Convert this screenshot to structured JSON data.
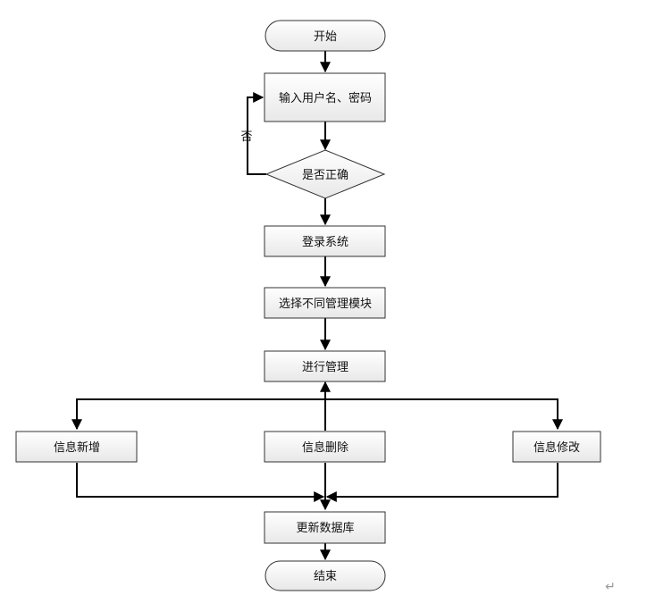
{
  "diagram": {
    "type": "flowchart",
    "colors": {
      "box_fill_top": "#ffffff",
      "box_fill_bottom": "#e9e9e9",
      "line": "#000000"
    },
    "nodes": {
      "start": "开始",
      "input": "输入用户名、密码",
      "check": "是否正确",
      "login": "登录系统",
      "select": "选择不同管理模块",
      "manage": "进行管理",
      "add": "信息新增",
      "delete": "信息删除",
      "edit": "信息修改",
      "update": "更新数据库",
      "end": "结束"
    },
    "labels": {
      "no": "否"
    },
    "edges": [
      {
        "from": "start",
        "to": "input"
      },
      {
        "from": "input",
        "to": "check"
      },
      {
        "from": "check",
        "to": "input",
        "label": "否"
      },
      {
        "from": "check",
        "to": "login"
      },
      {
        "from": "login",
        "to": "select"
      },
      {
        "from": "select",
        "to": "manage"
      },
      {
        "from": "manage",
        "to": "add"
      },
      {
        "from": "manage",
        "to": "edit"
      },
      {
        "from": "delete",
        "to": "manage"
      },
      {
        "from": "add",
        "to": "update"
      },
      {
        "from": "delete",
        "to": "update"
      },
      {
        "from": "edit",
        "to": "update"
      },
      {
        "from": "update",
        "to": "end"
      }
    ],
    "return_mark": "↵"
  }
}
